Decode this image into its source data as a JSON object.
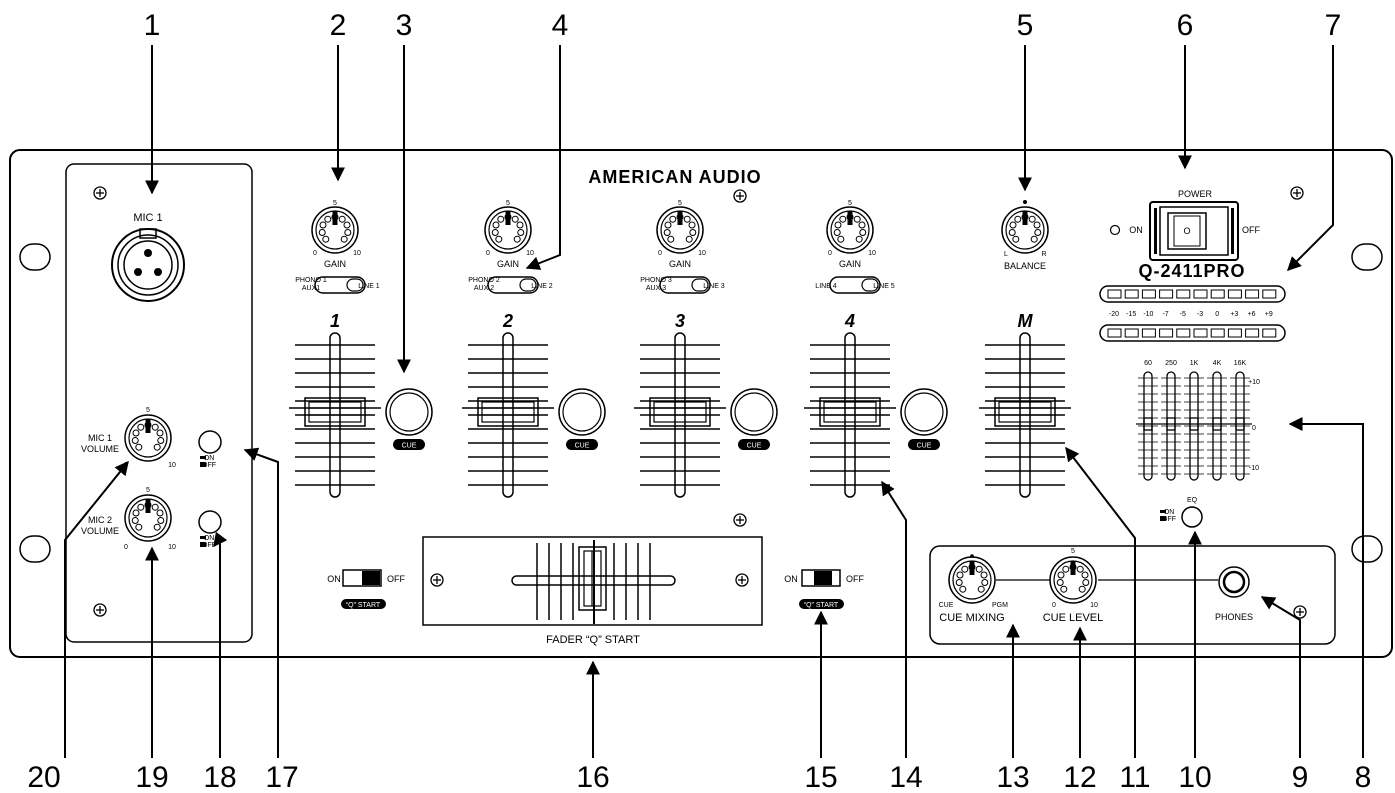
{
  "brand": "AMERICAN AUDIO",
  "model": "Q-2411PRO",
  "callouts": [
    "1",
    "2",
    "3",
    "4",
    "5",
    "6",
    "7",
    "8",
    "9",
    "10",
    "11",
    "12",
    "13",
    "14",
    "15",
    "16",
    "17",
    "18",
    "19",
    "20"
  ],
  "mic_panel": {
    "mic1_label": "MIC 1",
    "mic1_volume": "MIC 1\nVOLUME",
    "mic2_volume": "MIC 2\nVOLUME",
    "scale_min": "0",
    "scale_mid": "5",
    "scale_max": "10",
    "on": "ON",
    "off": "OFF"
  },
  "channels": [
    {
      "number": "1",
      "gain": "GAIN",
      "input_left": "PHONO 1\nAUX1",
      "input_right": "LINE 1",
      "cue": "CUE"
    },
    {
      "number": "2",
      "gain": "GAIN",
      "input_left": "PHONO 2\nAUX 2",
      "input_right": "LINE 2",
      "cue": "CUE"
    },
    {
      "number": "3",
      "gain": "GAIN",
      "input_left": "PHONO 3\nAUX 3",
      "input_right": "LINE 3",
      "cue": "CUE"
    },
    {
      "number": "4",
      "gain": "GAIN",
      "input_left": "LINE 4",
      "input_right": "LINE 5",
      "cue": "CUE"
    }
  ],
  "master": {
    "number": "M",
    "balance": "BALANCE",
    "bal_left": "L",
    "bal_right": "R"
  },
  "power": {
    "label": "POWER",
    "on": "ON",
    "off": "OFF",
    "switch_mark": "O"
  },
  "meter_scale": [
    "-20",
    "-15",
    "-10",
    "-7",
    "-5",
    "-3",
    "0",
    "+3",
    "+6",
    "+9"
  ],
  "eq": {
    "bands": [
      "60",
      "250",
      "1K",
      "4K",
      "16K"
    ],
    "scale_top": "+10",
    "scale_mid": "0",
    "scale_bottom": "-10",
    "switch_label": "EQ",
    "on": "ON",
    "off": "OFF"
  },
  "crossfader": {
    "label": "FADER “Q” START",
    "q_start": "“Q” START",
    "on": "ON",
    "off": "OFF"
  },
  "cue_section": {
    "cue_mixing": "CUE MIXING",
    "cue_left": "CUE",
    "cue_right": "PGM",
    "cue_level": "CUE LEVEL",
    "level_min": "0",
    "level_mid": "5",
    "level_max": "10",
    "phones": "PHONES"
  }
}
